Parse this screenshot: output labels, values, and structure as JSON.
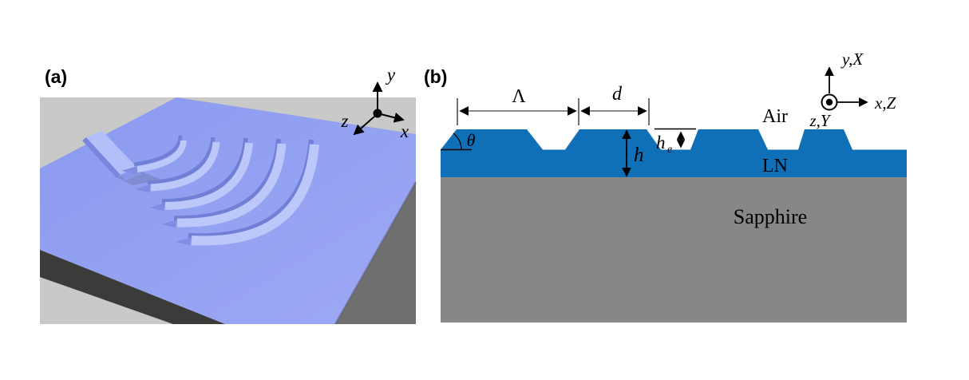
{
  "panel_a": {
    "label": "(a)",
    "axes": {
      "y": "y",
      "x": "x",
      "z": "z"
    }
  },
  "panel_b": {
    "label": "(b)",
    "dimensions": {
      "period": "Λ",
      "ridge_top_width": "d",
      "sidewall_angle": "θ",
      "film_thickness": "h",
      "etch_depth_base": "h",
      "etch_depth_sub": "e"
    },
    "regions": {
      "air": "Air",
      "film": "LN",
      "substrate": "Sapphire"
    },
    "axes": {
      "vertical": "y,X",
      "horizontal": "x,Z",
      "out_of_plane": "z,Y"
    }
  },
  "colors": {
    "scene_background": "#c9c9c7",
    "slab_front_face": "#3b3b39",
    "slab_right_face": "#6f6f6d",
    "ln_blue": "#0f70b8",
    "sapphire_gray": "#878787"
  }
}
